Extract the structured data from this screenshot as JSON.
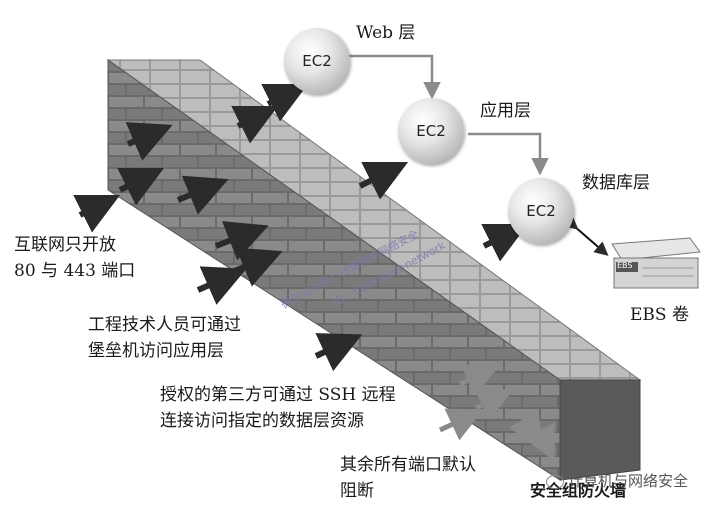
{
  "tiers": {
    "web": {
      "node": "EC2",
      "label": "Web 层"
    },
    "app": {
      "node": "EC2",
      "label": "应用层"
    },
    "db": {
      "node": "EC2",
      "label": "数据库层"
    }
  },
  "storage": {
    "badge": "EBS",
    "label": "EBS 卷"
  },
  "annotations": {
    "internet_line1": "互联网只开放",
    "internet_line2": "80 与 443 端口",
    "eng_line1": "工程技术人员可通过",
    "eng_line2": "堡垒机访问应用层",
    "third_line1": "授权的第三方可通过 SSH 远程",
    "third_line2": "连接访问指定的数据层资源",
    "rest_line1": "其余所有端口默认",
    "rest_line2": "阻断"
  },
  "wall_caption": "安全组防火墙",
  "watermark": {
    "line1": "微信公众号：计算机与网络安全",
    "line2": "ID：Computer-network"
  },
  "brand_tag": "计算机与网络安全"
}
